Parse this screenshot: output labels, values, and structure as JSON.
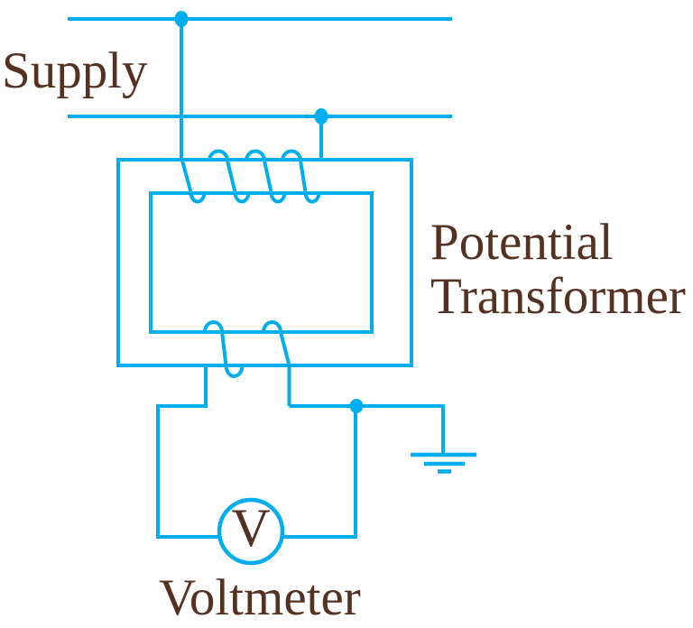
{
  "diagram": {
    "labels": {
      "supply": "Supply",
      "transformer_line1": "Potential",
      "transformer_line2": "Transformer",
      "voltmeter": "Voltmeter",
      "voltmeter_symbol": "V"
    },
    "colors": {
      "wire": "#00AEEF",
      "label": "#553122",
      "background": "#FFFFFF"
    }
  }
}
